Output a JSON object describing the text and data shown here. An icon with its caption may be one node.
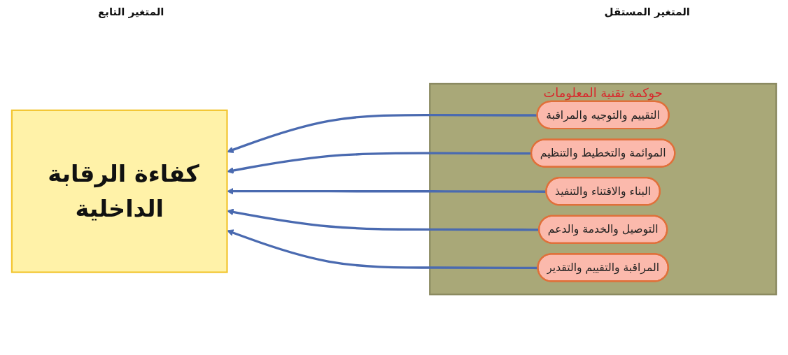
{
  "diagram": {
    "nodes": [
      {
        "text": [
          "كفاءة الرقابة الداخلية"
        ]
      },
      {
        "text": [
          "حوكمة تقنية المعلومات"
        ]
      },
      {
        "text": [
          "التقييم والتوجيه والمراقبة"
        ],
        "in": 1
      },
      {
        "text": [
          "الموائمة والتخطيط والتنظيم"
        ],
        "in": 1
      },
      {
        "text": [
          "البناء والاقتناء والتنفيذ"
        ],
        "in": 1
      },
      {
        "text": [
          "التوصيل والخدمة والدعم"
        ],
        "in": 1
      },
      {
        "text": [
          "المراقبة والتقييم والتقدير"
        ],
        "in": 1
      }
    ],
    "edges": [
      {
        "from": 2,
        "to": 0,
        "arrow": "to"
      },
      {
        "from": 3,
        "to": 0,
        "arrow": "to"
      },
      {
        "from": 4,
        "to": 0,
        "arrow": "to"
      },
      {
        "from": 5,
        "to": 0,
        "arrow": "to"
      },
      {
        "from": 6,
        "to": 0,
        "arrow": "to"
      }
    ],
    "labels": [
      "المتغير المستقل",
      "المتغير التابع"
    ]
  }
}
